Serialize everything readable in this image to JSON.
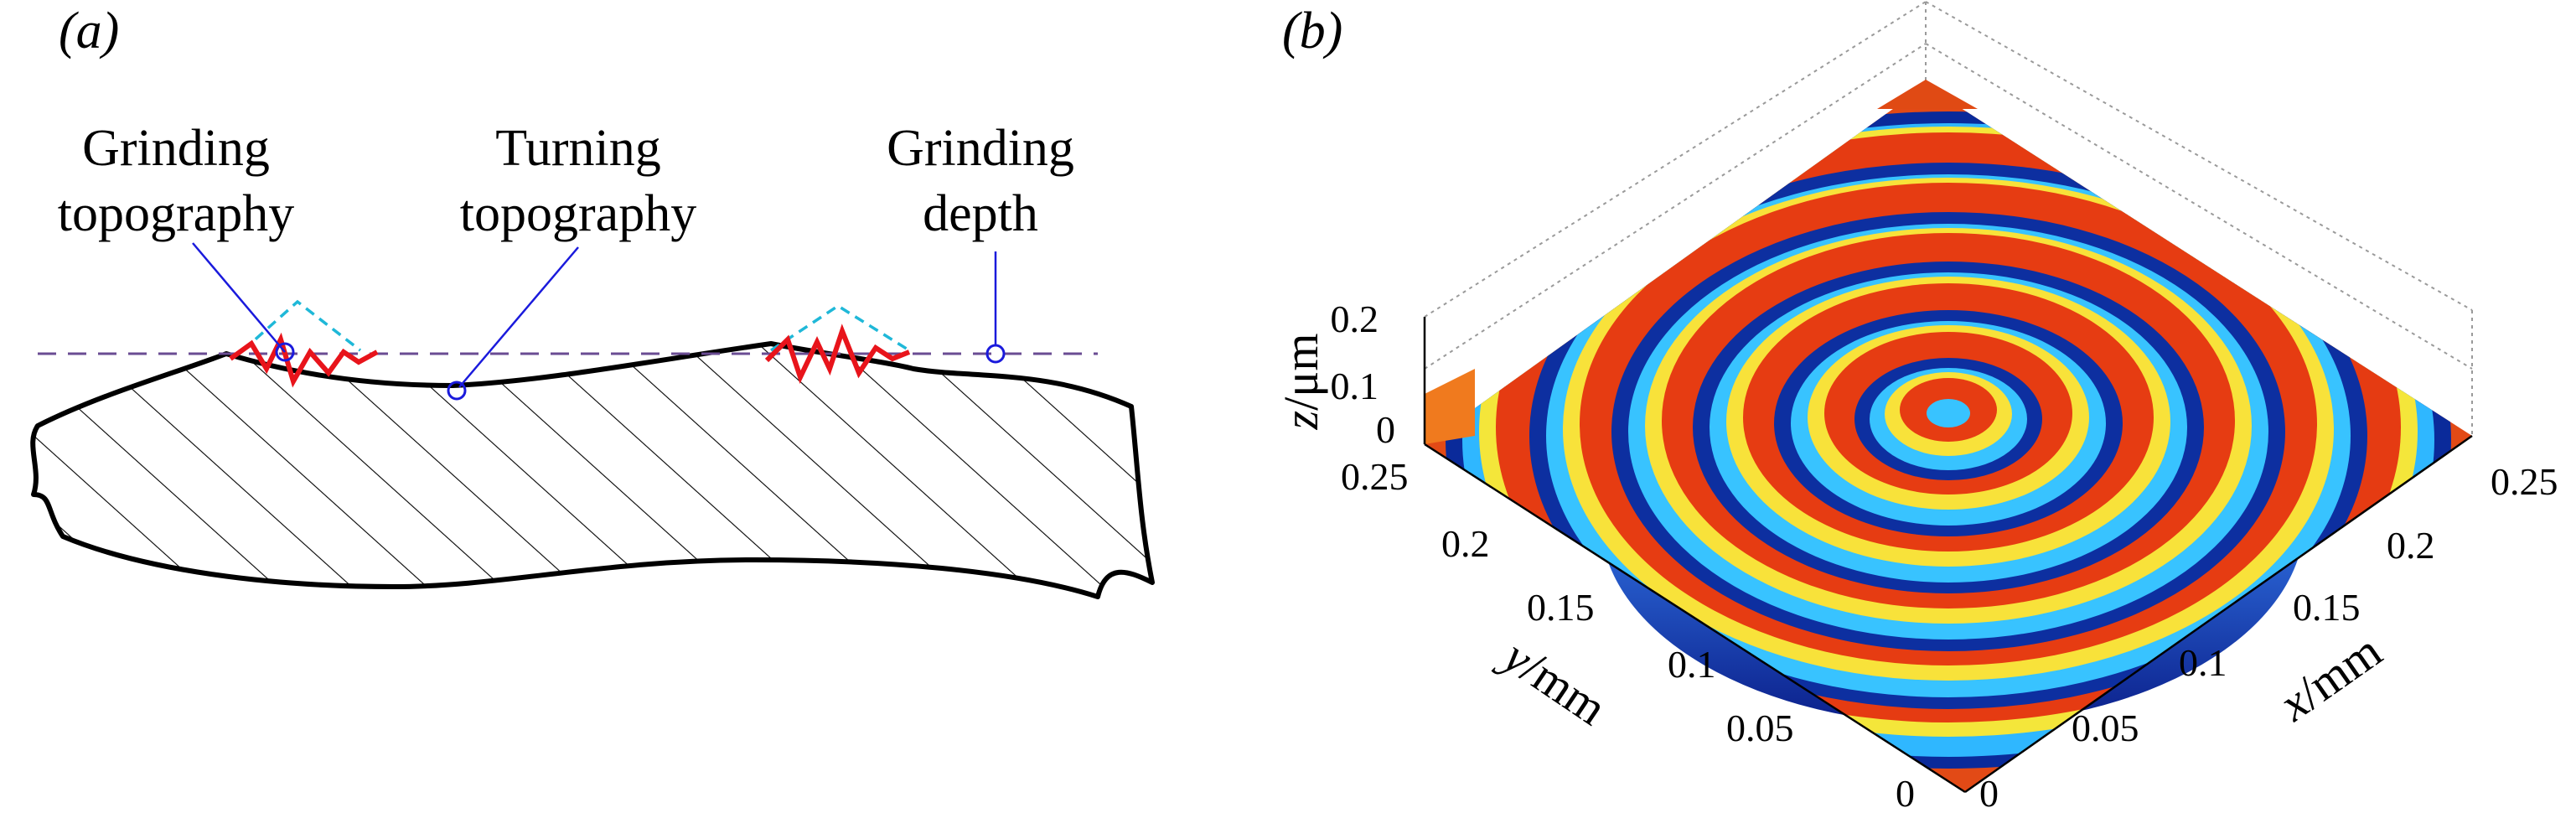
{
  "panel_a": {
    "letter": "(a)",
    "callouts": {
      "grinding_topography": [
        "Grinding",
        "topography"
      ],
      "turning_topography": [
        "Turning",
        "topography"
      ],
      "grinding_depth": [
        "Grinding",
        "depth"
      ]
    },
    "colors": {
      "grinding": "#e8141b",
      "turning_peak": "#1fb8d8",
      "depth_line": "#6a4c93",
      "leader": "#1a1adc"
    }
  },
  "panel_b": {
    "letter": "(b)",
    "z_axis": {
      "label_var": "z",
      "label_unit": "/μm",
      "ticks": [
        "0",
        "0.1",
        "0.2"
      ]
    },
    "y_axis": {
      "label_var": "y",
      "label_unit": "/mm",
      "ticks": [
        "0",
        "0.05",
        "0.1",
        "0.15",
        "0.2",
        "0.25"
      ]
    },
    "x_axis": {
      "label_var": "x",
      "label_unit": "/mm",
      "ticks": [
        "0",
        "0.05",
        "0.1",
        "0.15",
        "0.2",
        "0.25"
      ]
    },
    "colormap": "jet"
  }
}
